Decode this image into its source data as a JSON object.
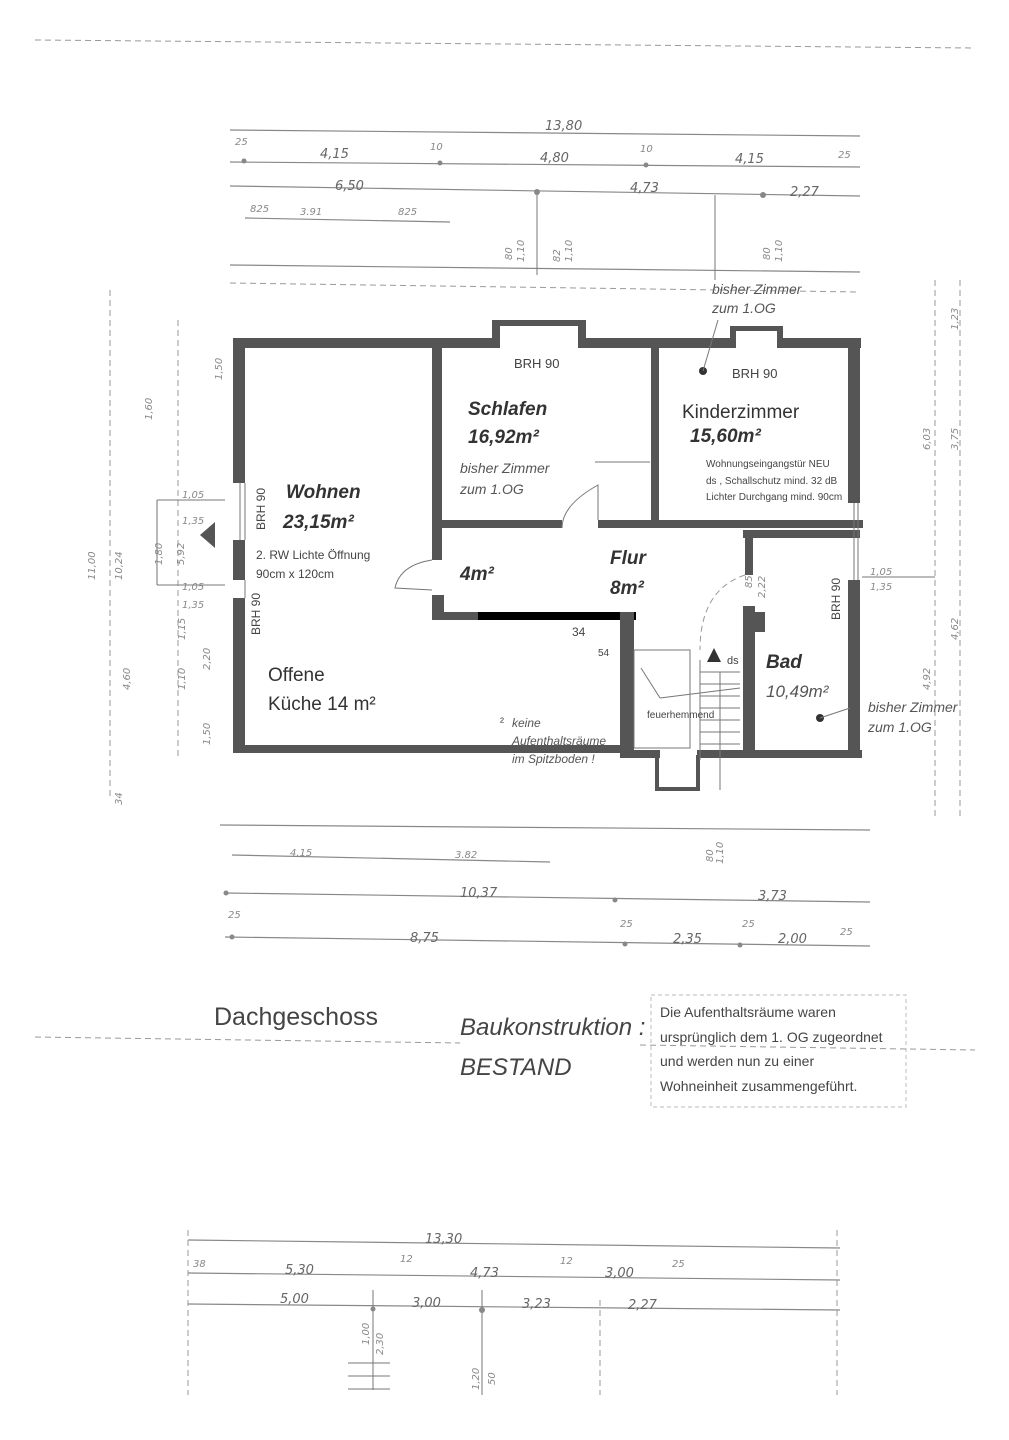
{
  "rooms": {
    "wohnen": {
      "name": "Wohnen",
      "area": "23,15m²"
    },
    "schlafen": {
      "name": "Schlafen",
      "area": "16,92m²"
    },
    "kinderzimmer": {
      "name": "Kinderzimmer",
      "area": "15,60m²"
    },
    "flur": {
      "name": "Flur",
      "area": "8m²"
    },
    "vorraum": {
      "area": "4m²"
    },
    "bad": {
      "name": "Bad",
      "area": "10,49m²"
    },
    "kueche": {
      "line1": "Offene",
      "line2": "Küche 14 m²"
    }
  },
  "notes": {
    "bisher1": "bisher Zimmer",
    "bisher2": "zum 1.OG",
    "brh": "BRH 90",
    "fenster1": "2. RW  Lichte Öffnung",
    "fenster2": "90cm x 120cm",
    "tuer1": "Wohnungseingangstür NEU",
    "tuer2": "ds , Schallschutz mind. 32 dB",
    "tuer3": "Lichter Durchgang mind. 90cm",
    "spitz0": "²",
    "spitz1": "keine",
    "spitz2": "Aufenthaltsräume",
    "spitz3": "im Spitzboden !",
    "feuer": "feuerhemmend",
    "ds": "ds",
    "m34": "34",
    "m54": "54"
  },
  "caption": {
    "floor": "Dachgeschoss",
    "construction1": "Baukonstruktion :",
    "construction2": "BESTAND",
    "box": [
      "Die Aufenthaltsräume waren",
      "ursprünglich dem 1. OG zugeordnet",
      "und werden nun zu einer",
      "Wohneinheit zusammengeführt."
    ]
  },
  "dims": {
    "top": [
      "13,80",
      "25",
      "4,15",
      "10",
      "4,80",
      "10",
      "4,15",
      "25",
      "6,50",
      "4,73",
      "2,27",
      "825",
      "3.91",
      "825",
      "80",
      "1,10",
      "82",
      "1,10",
      "80",
      "1,10"
    ],
    "bottom": [
      "4.15",
      "3.82",
      "10,37",
      "3,73",
      "25",
      "8,75",
      "25",
      "2,35",
      "25",
      "2,00",
      "25",
      "80",
      "1,10"
    ],
    "left": [
      "1,60",
      "10,24",
      "11,00",
      "1,05",
      "1,35",
      "1,80",
      "5,92",
      "1,05",
      "1,35",
      "4,60",
      "2,20",
      "1,15",
      "1,10",
      "1,50",
      "1,50",
      "34"
    ],
    "right": [
      "1,05",
      "1,35",
      "6,03",
      "3,75",
      "4,92",
      "4,62",
      "1,23",
      "85",
      "2,22"
    ],
    "lower": [
      "13,30",
      "38",
      "5,30",
      "12",
      "4,73",
      "12",
      "3,00",
      "25",
      "5,00",
      "3,00",
      "3,23",
      "2,27",
      "1,00",
      "2,30",
      "1,20",
      "50"
    ]
  },
  "colors": {
    "wall": "#555555",
    "ink": "#333333",
    "dimension": "#888888"
  }
}
